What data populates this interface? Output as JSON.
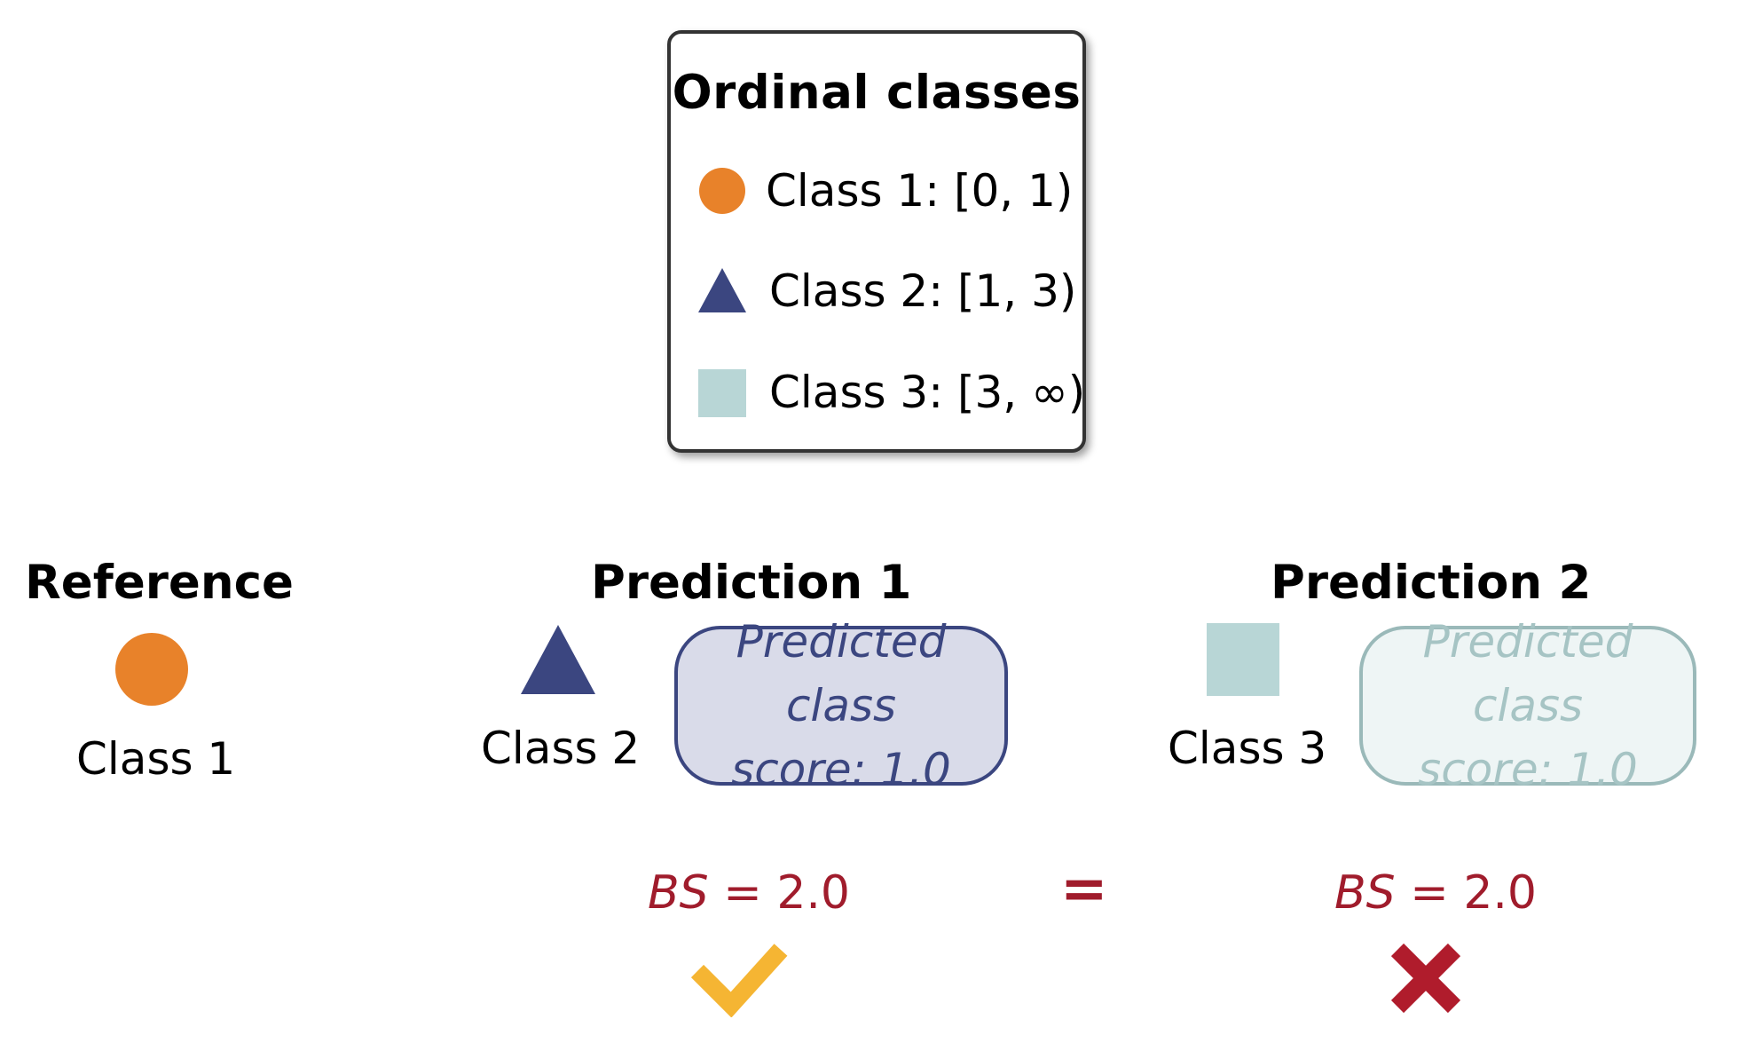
{
  "colors": {
    "class1": "#e8822a",
    "class2": "#3b4680",
    "class3": "#b8d6d6",
    "score": "#a01c2c",
    "check": "#f5b533",
    "cross": "#b01c2c"
  },
  "legend": {
    "title": "Ordinal classes",
    "items": [
      {
        "icon": "circle-icon",
        "label": "Class 1: [0, 1)"
      },
      {
        "icon": "triangle-icon",
        "label": "Class 2: [1, 3)"
      },
      {
        "icon": "square-icon",
        "label": "Class 3: [3, ∞)"
      }
    ]
  },
  "reference": {
    "heading": "Reference",
    "class_label": "Class 1"
  },
  "prediction1": {
    "heading": "Prediction 1",
    "class_label": "Class 2",
    "score_box": "Predicted class\nscore: 1.0",
    "bs_name": "BS",
    "bs_rest": " = 2.0",
    "verdict_icon": "checkmark-icon"
  },
  "comparison": {
    "symbol": "="
  },
  "prediction2": {
    "heading": "Prediction 2",
    "class_label": "Class 3",
    "score_box": "Predicted class\nscore: 1.0",
    "bs_name": "BS",
    "bs_rest": " = 2.0",
    "verdict_icon": "cross-icon"
  }
}
